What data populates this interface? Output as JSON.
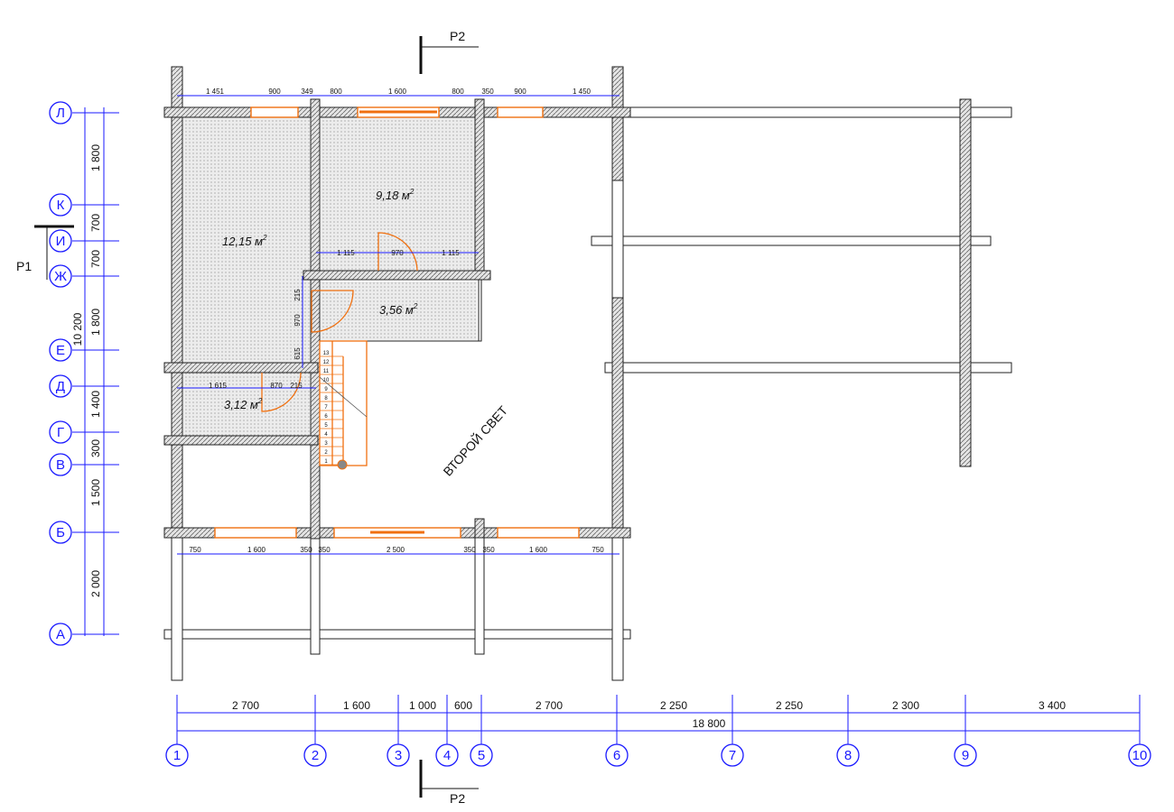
{
  "section_markers": {
    "p2": "Р2",
    "p1": "Р1"
  },
  "room_labels": {
    "r1_num": "12,15 м",
    "r1_sup": "2",
    "r2_num": "9,18 м",
    "r2_sup": "2",
    "r3_num": "3,56 м",
    "r3_sup": "2",
    "r4_num": "3,12 м",
    "r4_sup": "2"
  },
  "second_light": "ВТОРОЙ СВЕТ",
  "row_axes": [
    "Л",
    "К",
    "И",
    "Ж",
    "Е",
    "Д",
    "Г",
    "В",
    "Б",
    "А"
  ],
  "col_axes": [
    "1",
    "2",
    "3",
    "4",
    "5",
    "6",
    "7",
    "8",
    "9",
    "10"
  ],
  "left_dims": [
    "1 800",
    "700",
    "700",
    "1 800",
    "10 200",
    "1 400",
    "300",
    "1 500",
    "2 000"
  ],
  "top_dims": [
    "1 451",
    "900",
    "349",
    "800",
    "1 600",
    "800",
    "350",
    "900",
    "1 450"
  ],
  "bottom_dims": [
    "750",
    "1 600",
    "350",
    "350",
    "2 500",
    "350",
    "350",
    "1 600",
    "750"
  ],
  "axis_dims": [
    "2 700",
    "1 600",
    "1 000",
    "600",
    "2 700",
    "2 250",
    "2 250",
    "2 300",
    "3 400"
  ],
  "total_dim": "18 800",
  "interior_dims": {
    "a1": "1 115",
    "a2": "970",
    "a3": "1 115",
    "v1": "215",
    "v2": "970",
    "v3": "615",
    "b1": "1 615",
    "b2": "870",
    "b3": "215"
  },
  "stair_steps": [
    "1",
    "2",
    "3",
    "4",
    "5",
    "6",
    "7",
    "8",
    "9",
    "10",
    "11",
    "12",
    "13"
  ],
  "colors": {
    "axis": "#1a1aff",
    "opening": "#f07010",
    "wall": "#d8d8d8"
  }
}
